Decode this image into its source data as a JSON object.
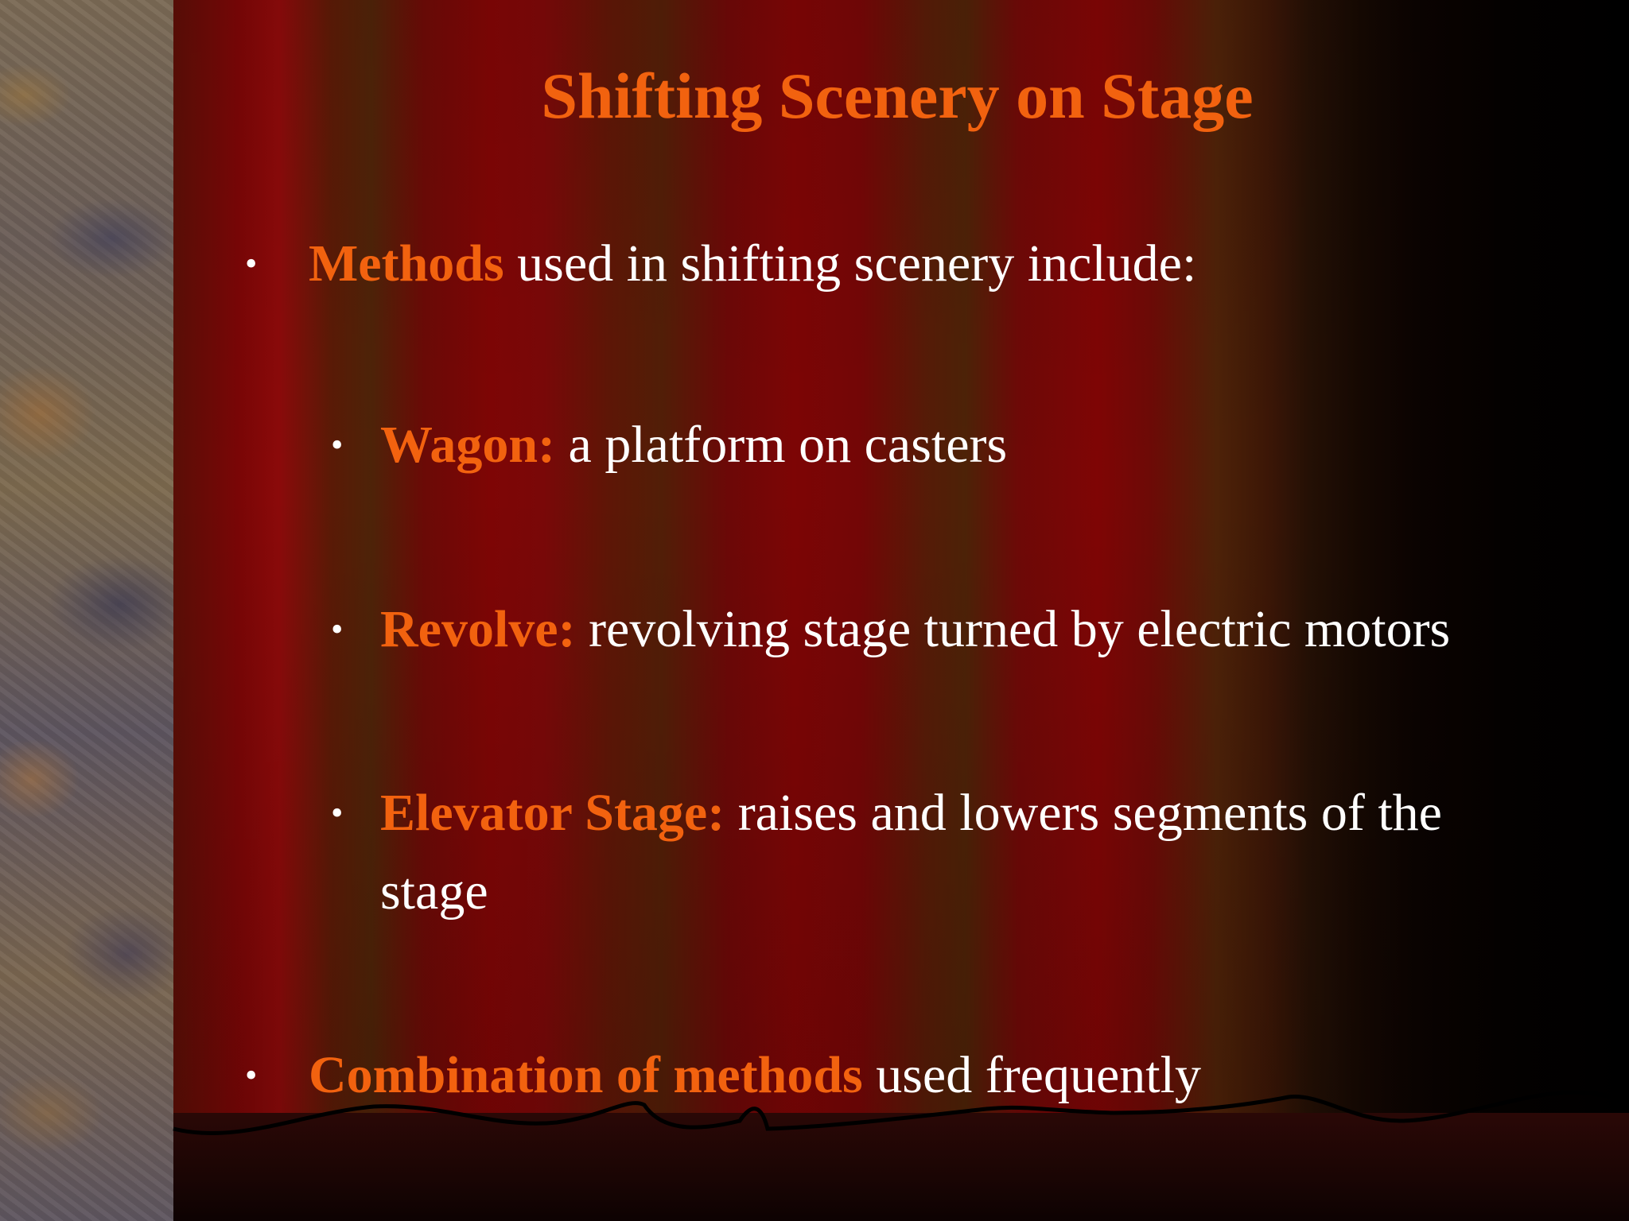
{
  "slide": {
    "title": "Shifting Scenery on Stage",
    "bullet_char": "•",
    "items": [
      {
        "level": 1,
        "emphasis": "Methods",
        "text": " used in shifting scenery include:"
      },
      {
        "level": 2,
        "emphasis": "Wagon:",
        "text": " a platform on casters"
      },
      {
        "level": 2,
        "emphasis": "Revolve:",
        "text": " revolving stage turned by electric motors"
      },
      {
        "level": 2,
        "emphasis": "Elevator Stage:",
        "text": " raises and lowers segments of the stage"
      },
      {
        "level": 1,
        "emphasis": "Combination of methods",
        "text": " used frequently"
      }
    ]
  },
  "colors": {
    "accent": "#f2620f",
    "text": "#ffffff",
    "curtain": "#7a0606"
  }
}
